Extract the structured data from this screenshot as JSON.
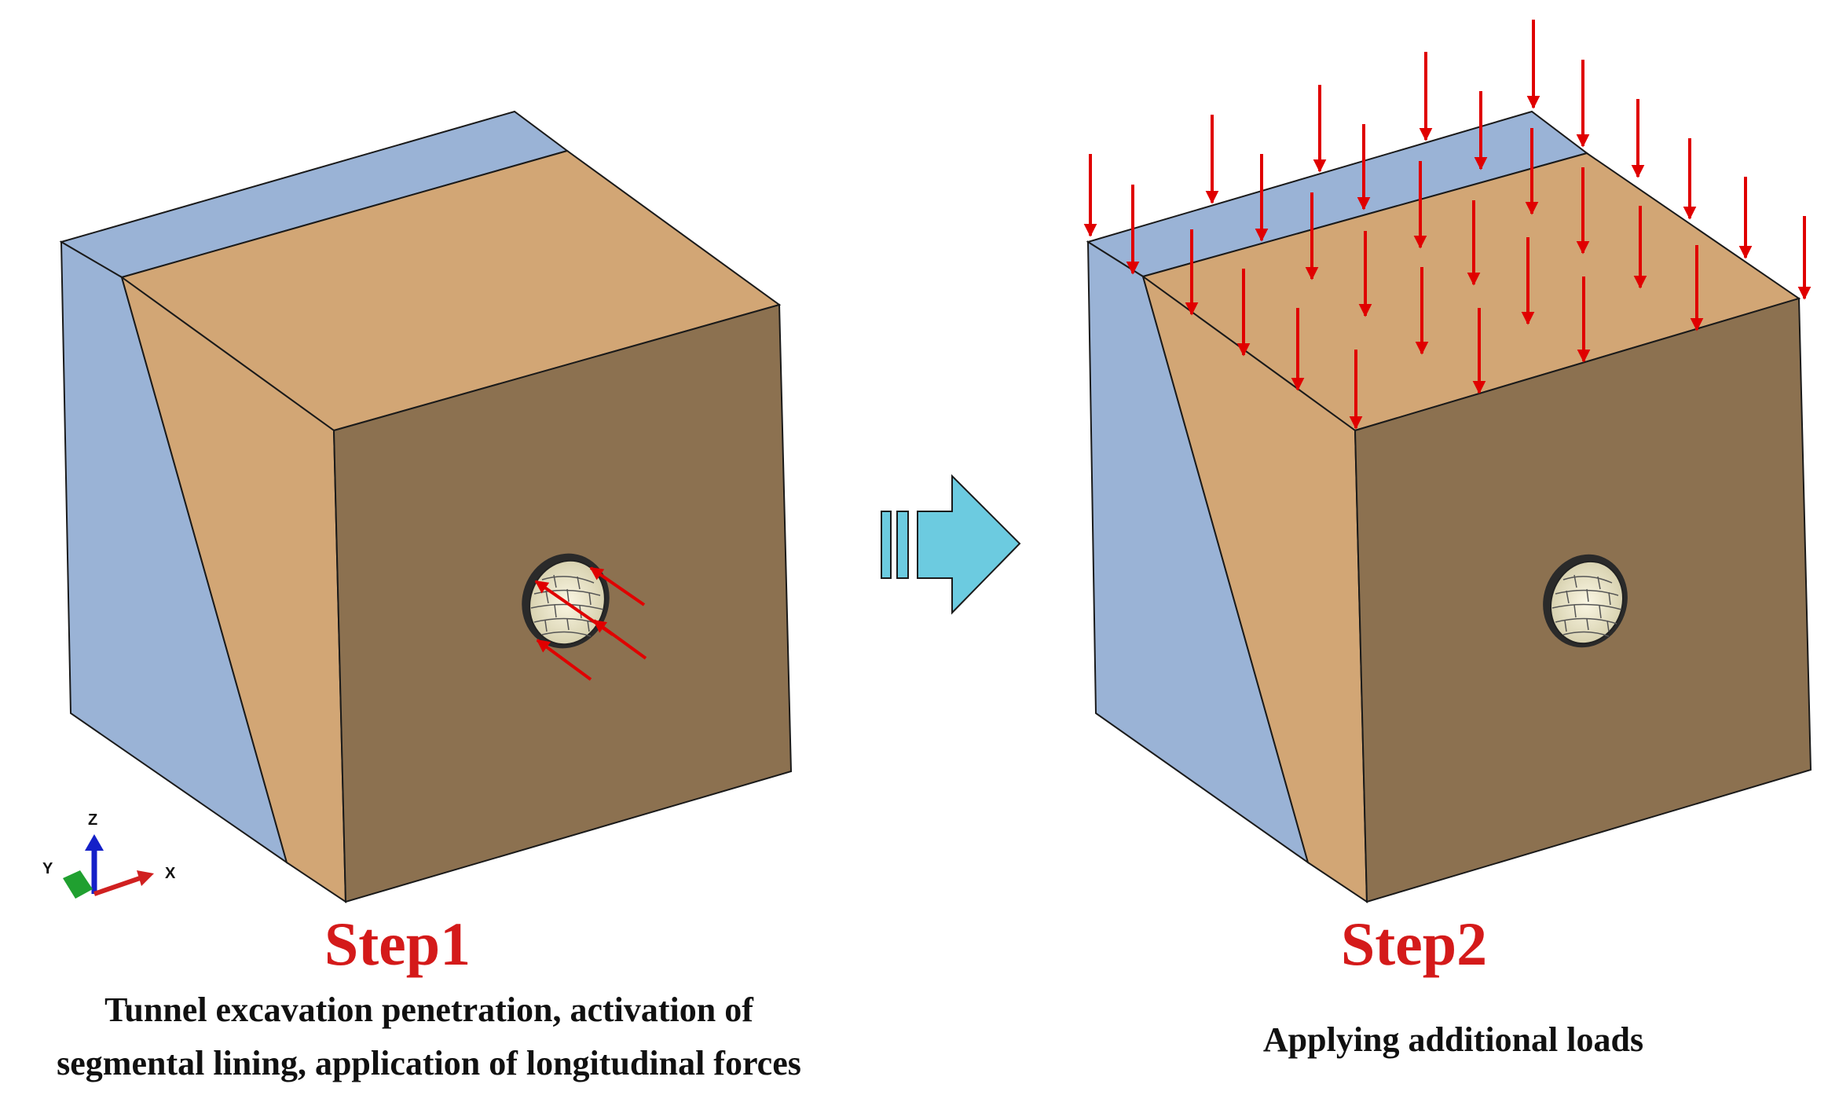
{
  "step1": {
    "title": "Step1",
    "caption_line1": "Tunnel excavation penetration, activation of",
    "caption_line2": "segmental lining, application of longitudinal forces"
  },
  "step2": {
    "title": "Step2",
    "caption": "Applying additional loads"
  },
  "axes": {
    "x": "X",
    "y": "Y",
    "z": "Z"
  },
  "colors": {
    "blue_layer": "#9ab3d6",
    "tan_layer": "#d2a675",
    "front_face": "#8c7150",
    "load_arrow": "#e00000",
    "step_title": "#d41a1a",
    "transition_arrow": "#6ccbe0",
    "lining": "#f4efd4"
  }
}
